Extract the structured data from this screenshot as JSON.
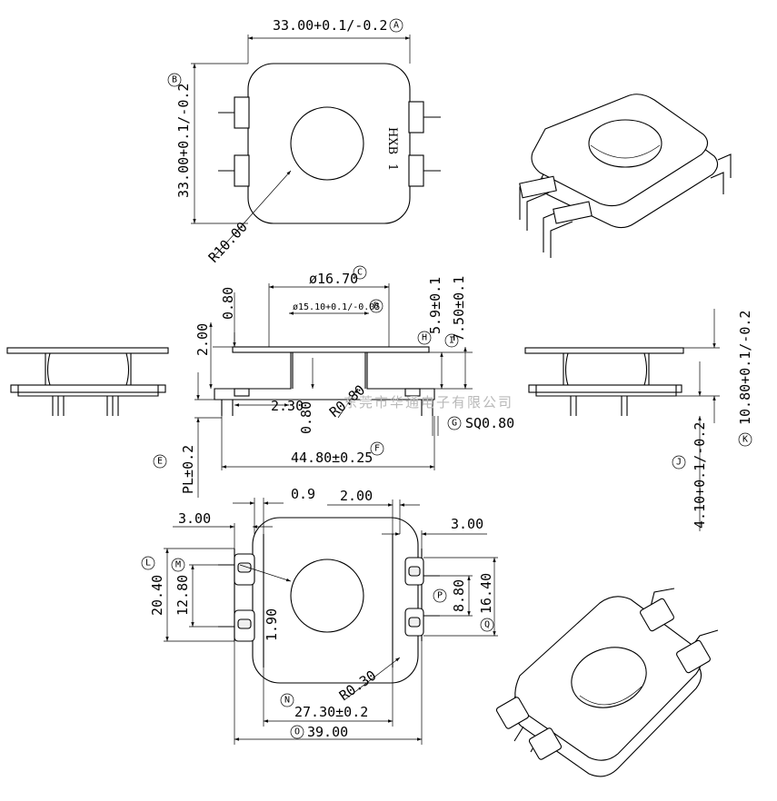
{
  "markings": {
    "line1": "HXB",
    "line2": "1"
  },
  "watermark": "东莞市华通电子有限公司",
  "callouts": [
    "A",
    "B",
    "C",
    "D",
    "E",
    "F",
    "G",
    "H",
    "I",
    "J",
    "K",
    "L",
    "M",
    "N",
    "O",
    "P",
    "Q"
  ],
  "dimensions": {
    "top_width": "33.00+0.1/-0.2",
    "top_height": "33.00+0.1/-0.2",
    "top_radius": "R10.00",
    "flange_dia": "ø16.70",
    "bore_dia": "ø15.10+0.1/-0.05",
    "flange_thk": "0.80",
    "flange_gap": "2.00",
    "base_h": "5.9±0.1",
    "total_h": "7.50±0.1",
    "step_w": "2.30",
    "inner_r": "R0.80",
    "step_thk": "0.80",
    "pin_sq": "SQ0.80",
    "pin_span": "44.80±0.25",
    "pin_len": "PL±0.2",
    "right_total": "10.80+0.1/-0.2",
    "right_pin": "4.10+0.1/-0.2",
    "bottom_gap": "0.9",
    "bottom_top_w": "2.00",
    "bottom_left_w": "3.00",
    "bottom_right_w": "3.00",
    "pin_pitch_l": "20.40",
    "pin_pitch_ml": "12.80",
    "web_w": "1.90",
    "pin_pitch_r": "8.80",
    "pin_pitch_rq": "16.40",
    "corner_r": "R0.30",
    "body_w": "27.30±0.2",
    "overall_w": "39.00"
  }
}
